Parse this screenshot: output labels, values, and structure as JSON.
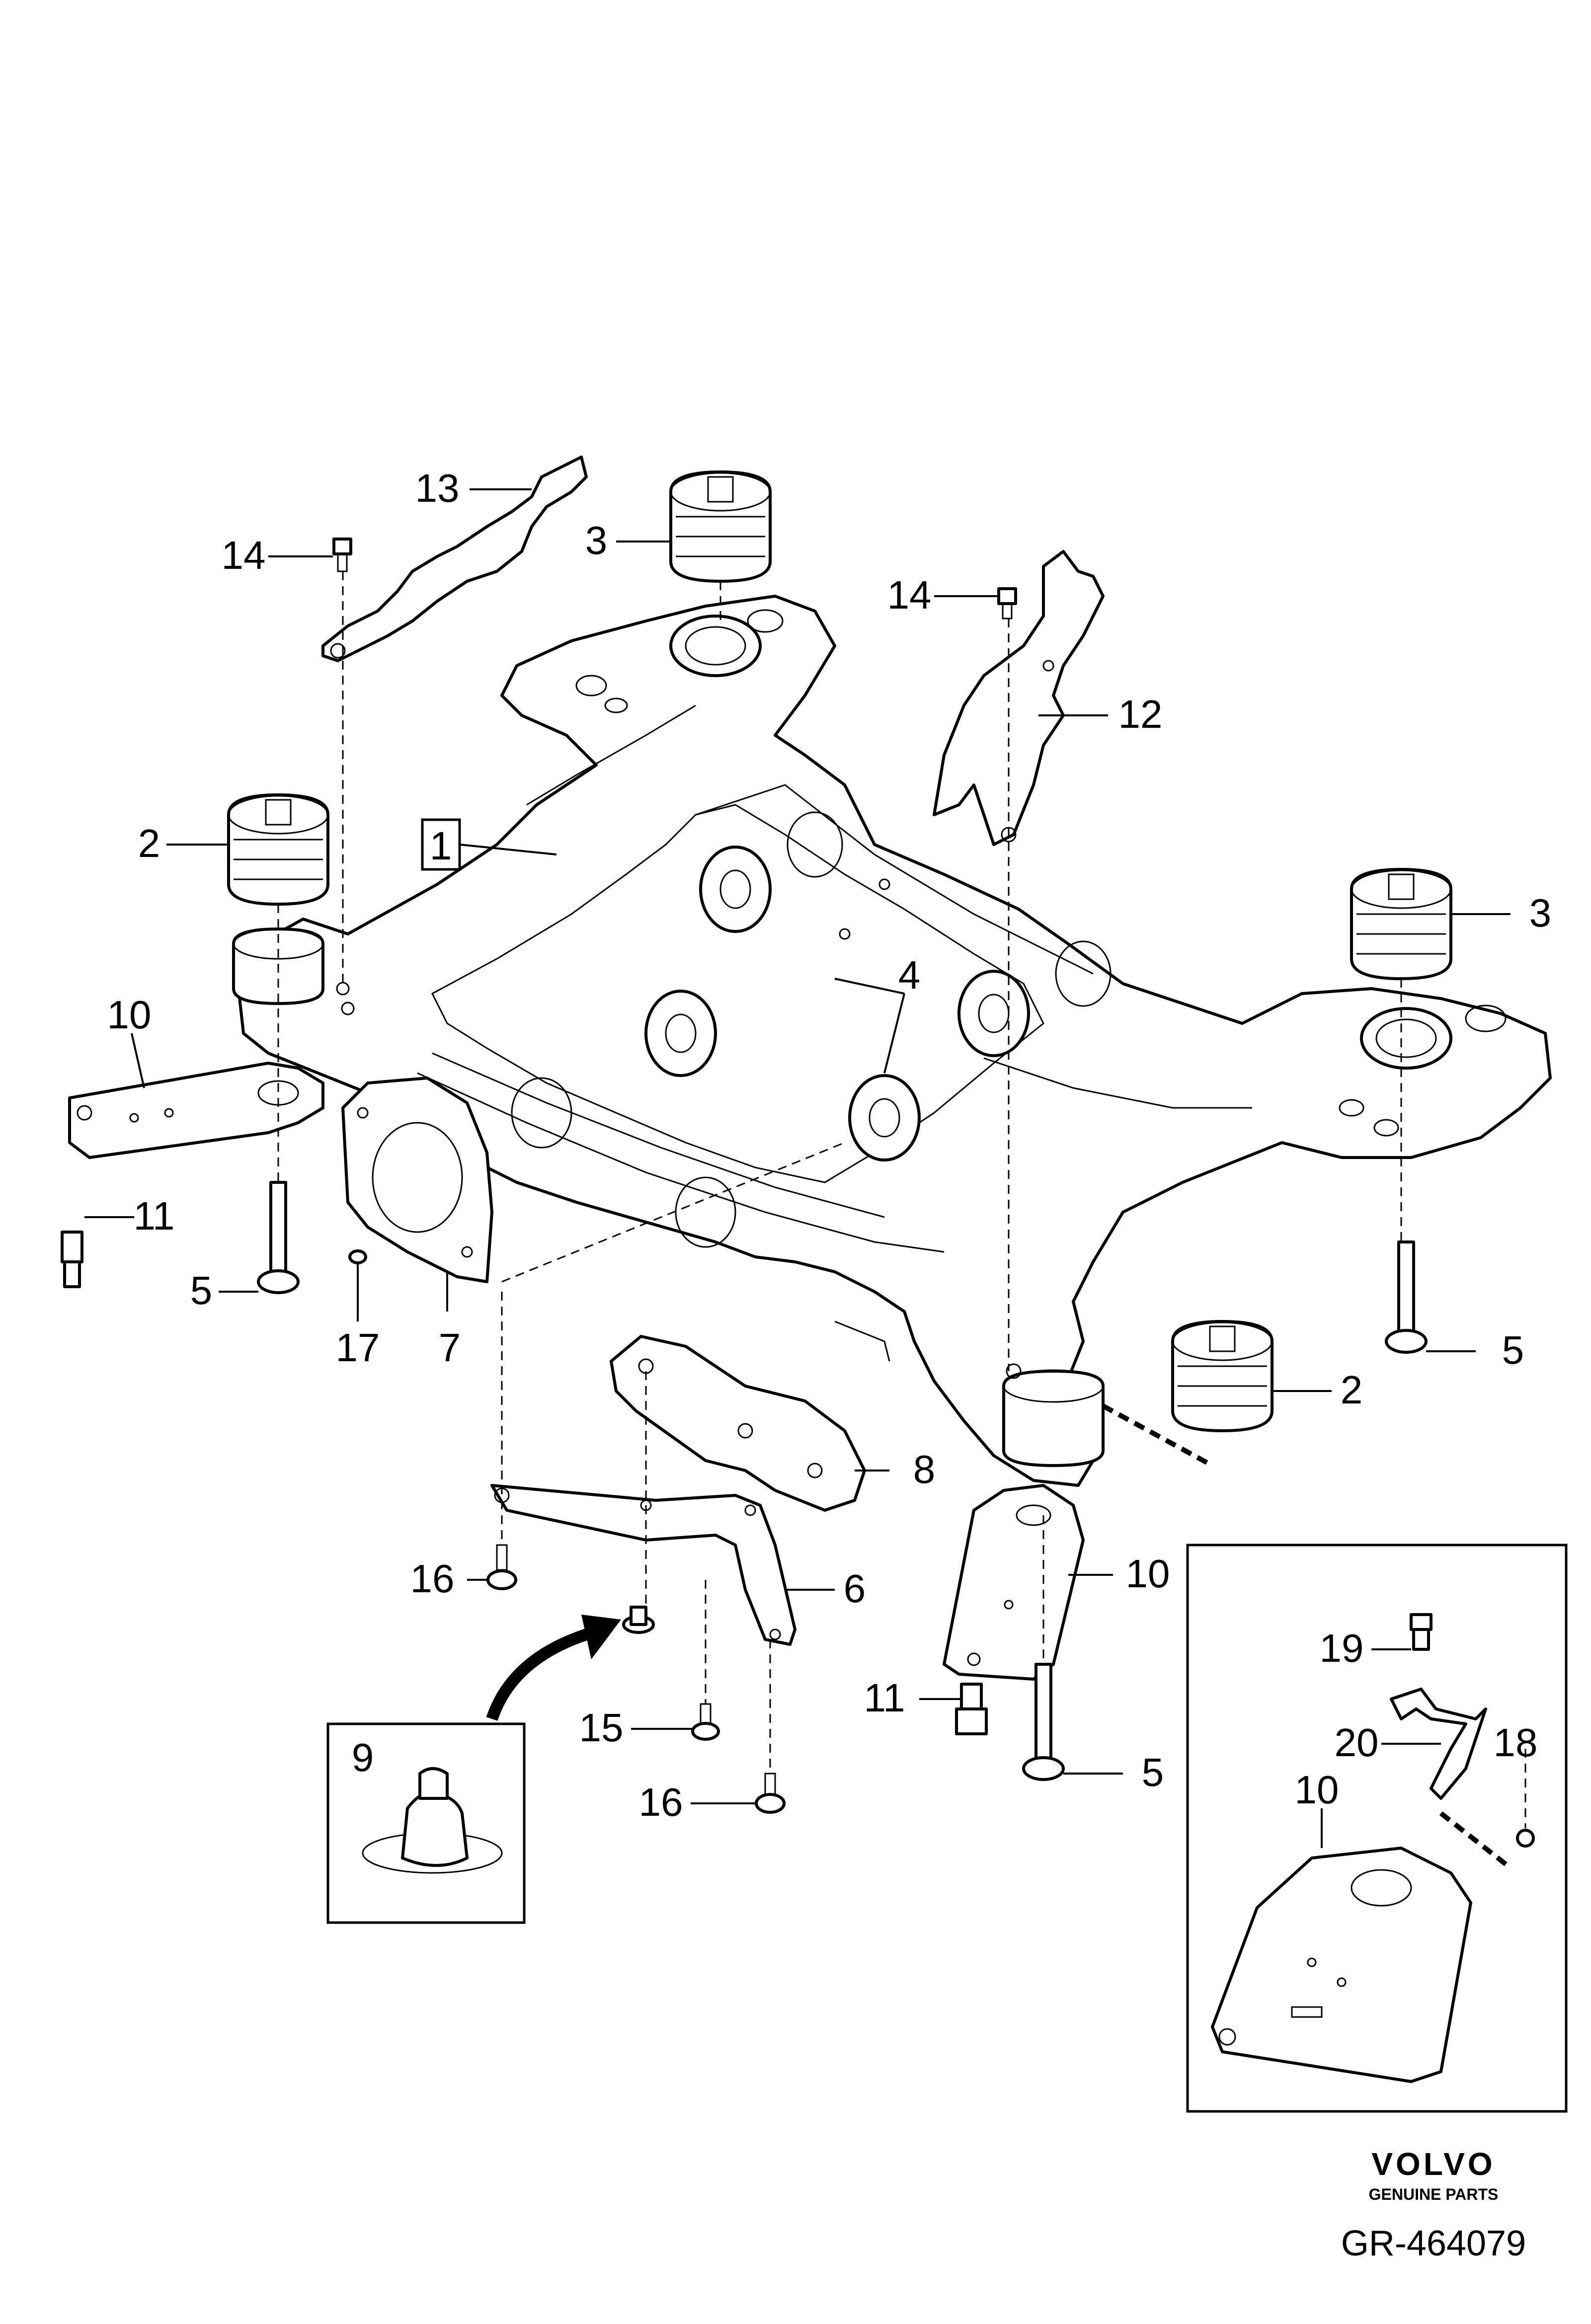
{
  "callouts": {
    "c1": "1",
    "c2a": "2",
    "c2b": "2",
    "c3a": "3",
    "c3b": "3",
    "c4": "4",
    "c5a": "5",
    "c5b": "5",
    "c5c": "5",
    "c6": "6",
    "c7": "7",
    "c8": "8",
    "c9": "9",
    "c10a": "10",
    "c10b": "10",
    "c10c": "10",
    "c11a": "11",
    "c11b": "11",
    "c12": "12",
    "c13": "13",
    "c14a": "14",
    "c14b": "14",
    "c15": "15",
    "c16a": "16",
    "c16b": "16",
    "c17": "17",
    "c18": "18",
    "c19": "19",
    "c20": "20"
  },
  "logo": {
    "brand": "VOLVO",
    "tagline": "GENUINE PARTS"
  },
  "reference_number": "GR-464079"
}
